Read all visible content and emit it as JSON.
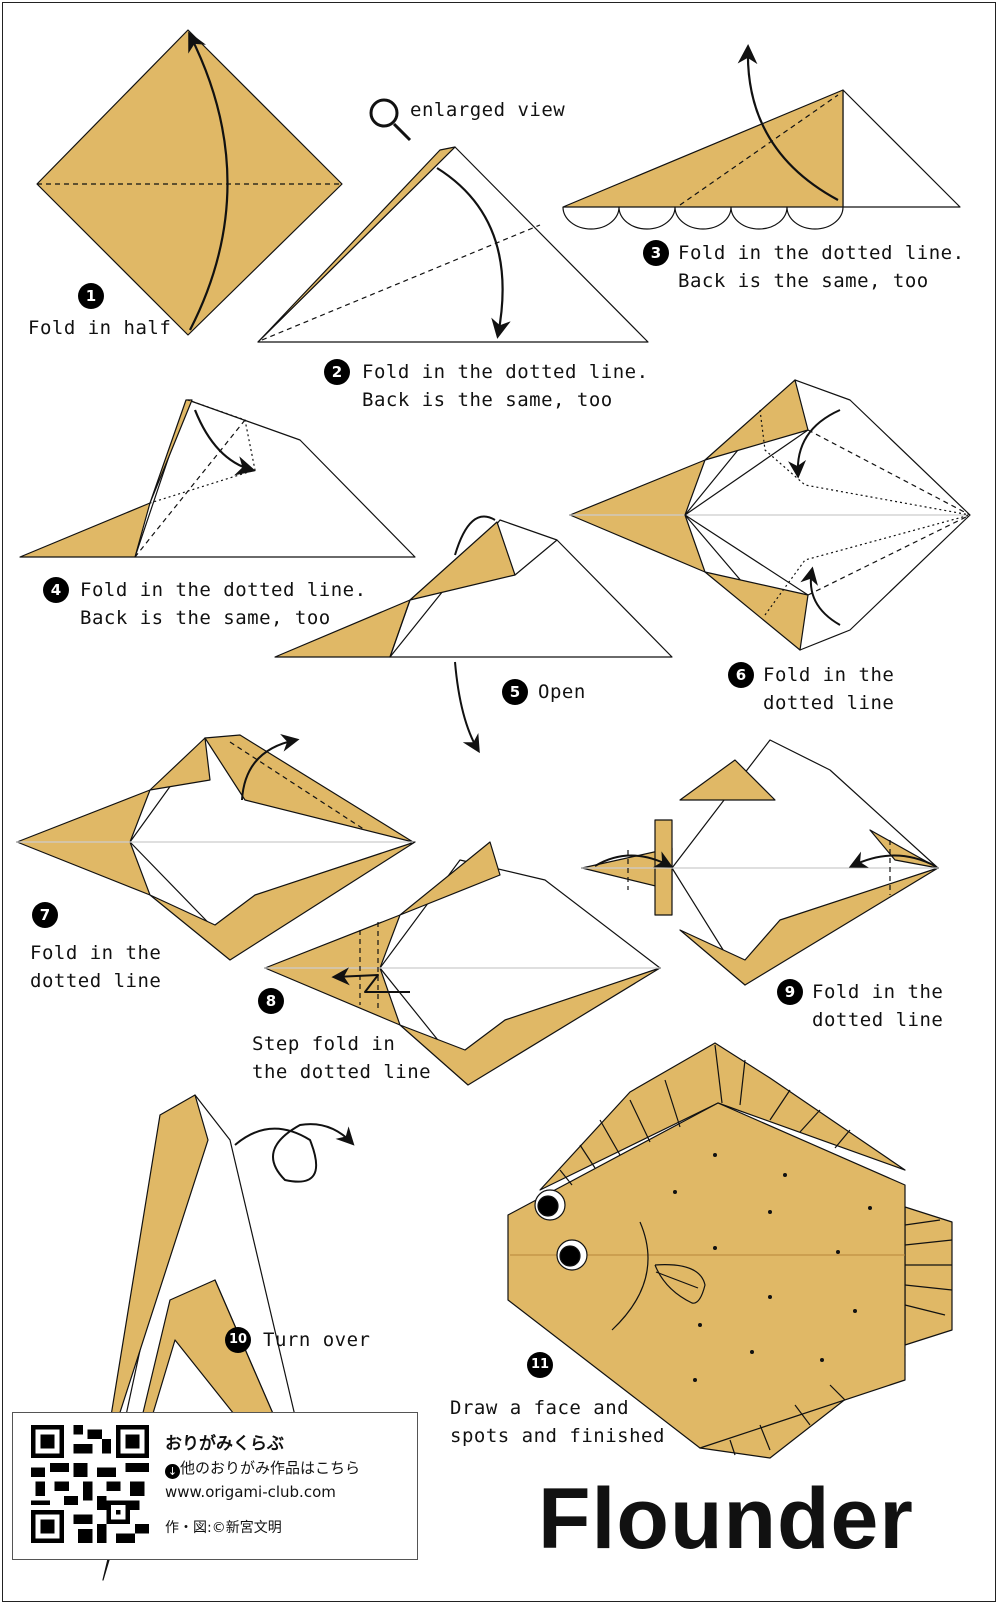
{
  "colors": {
    "paper": "#E0B866",
    "line": "#111111",
    "midline": "#B8863A"
  },
  "steps": [
    {
      "number": "1",
      "caption": [
        "Fold in half"
      ]
    },
    {
      "number": "2",
      "caption": [
        "Fold in the dotted line.",
        "Back is the same, too"
      ]
    },
    {
      "number": "3",
      "caption": [
        "Fold in the dotted line.",
        "Back is the same, too"
      ]
    },
    {
      "number": "4",
      "caption": [
        "Fold in the dotted line.",
        "Back is the same, too"
      ]
    },
    {
      "number": "5",
      "caption": [
        "Open"
      ]
    },
    {
      "number": "6",
      "caption": [
        "Fold in the",
        "dotted line"
      ]
    },
    {
      "number": "7",
      "caption": [
        "Fold in the",
        "dotted line"
      ]
    },
    {
      "number": "8",
      "caption": [
        "Step fold in",
        "the dotted line"
      ]
    },
    {
      "number": "9",
      "caption": [
        "Fold in the",
        "dotted line"
      ]
    },
    {
      "number": "10",
      "caption": [
        "Turn over"
      ]
    },
    {
      "number": "11",
      "caption": [
        "Draw a face and",
        "spots and finished"
      ]
    }
  ],
  "enlarged_view": {
    "icon": "magnifier-icon",
    "label": "enlarged view"
  },
  "footer": {
    "site_name": "おりがみくらぶ",
    "more_link": "他のおりがみ作品はこちら",
    "url": "www.origami-club.com",
    "credit": "作・図:©新宮文明"
  },
  "title": "Flounder"
}
